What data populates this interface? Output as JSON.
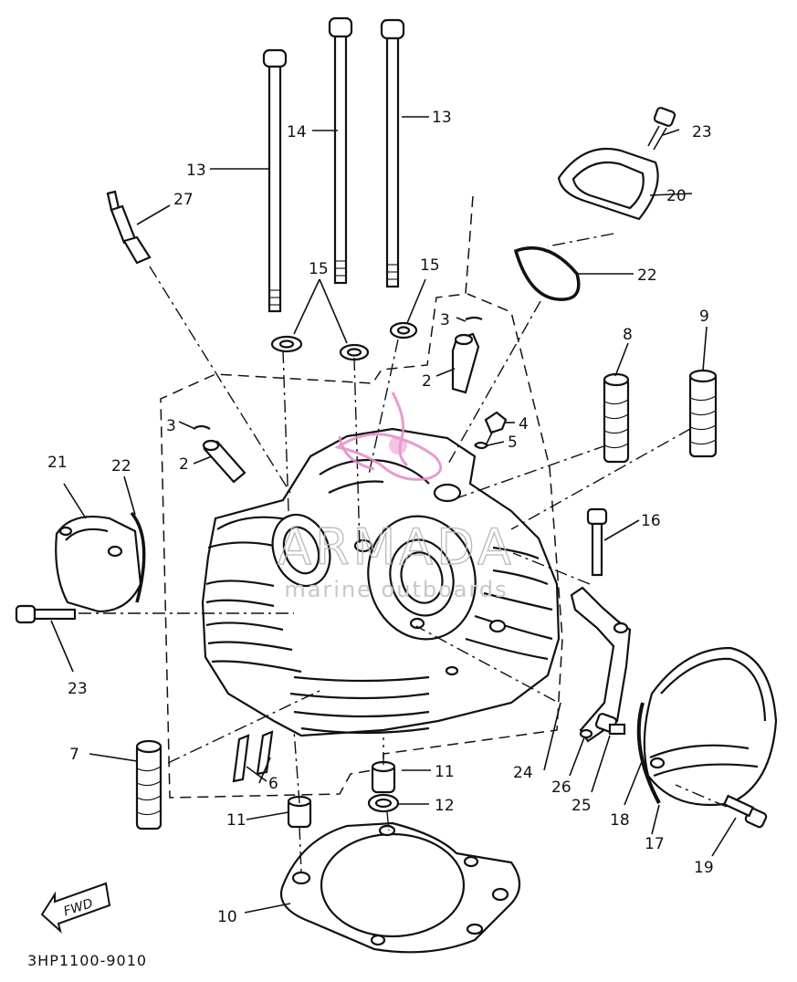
{
  "diagram_code": "3HP1100-9010",
  "fwd_marker": "FWD",
  "watermark": {
    "brand": "ARMADA",
    "tagline": "marine outboards",
    "logo_color": "#e68ac8"
  },
  "callouts": {
    "c2a": "2",
    "c2b": "2",
    "c3a": "3",
    "c3b": "3",
    "c4": "4",
    "c5": "5",
    "c6": "6",
    "c7": "7",
    "c8": "8",
    "c9": "9",
    "c10": "10",
    "c11a": "11",
    "c11b": "11",
    "c12": "12",
    "c13a": "13",
    "c13b": "13",
    "c14": "14",
    "c15a": "15",
    "c15b": "15",
    "c16": "16",
    "c17": "17",
    "c18": "18",
    "c19": "19",
    "c20": "20",
    "c21": "21",
    "c22a": "22",
    "c22b": "22",
    "c23a": "23",
    "c23b": "23",
    "c24": "24",
    "c25": "25",
    "c26": "26",
    "c27": "27"
  }
}
